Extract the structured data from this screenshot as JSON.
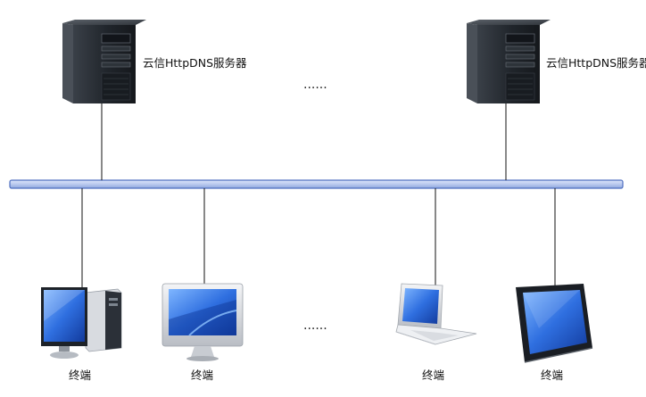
{
  "servers": [
    {
      "label": "云信HttpDNS服务器"
    },
    {
      "label": "云信HttpDNS服务器"
    }
  ],
  "terminals": [
    {
      "label": "终端",
      "icon": "desktop-tower-icon"
    },
    {
      "label": "终端",
      "icon": "monitor-icon"
    },
    {
      "label": "终端",
      "icon": "laptop-icon"
    },
    {
      "label": "终端",
      "icon": "tablet-icon"
    }
  ],
  "ellipsis_top": "......",
  "ellipsis_bottom": "......",
  "colors": {
    "bus_fill": "#b9c9ee",
    "bus_edge": "#4f6fc0",
    "screen_blue": "#2f6fe0",
    "server_dark": "#1e2329"
  }
}
